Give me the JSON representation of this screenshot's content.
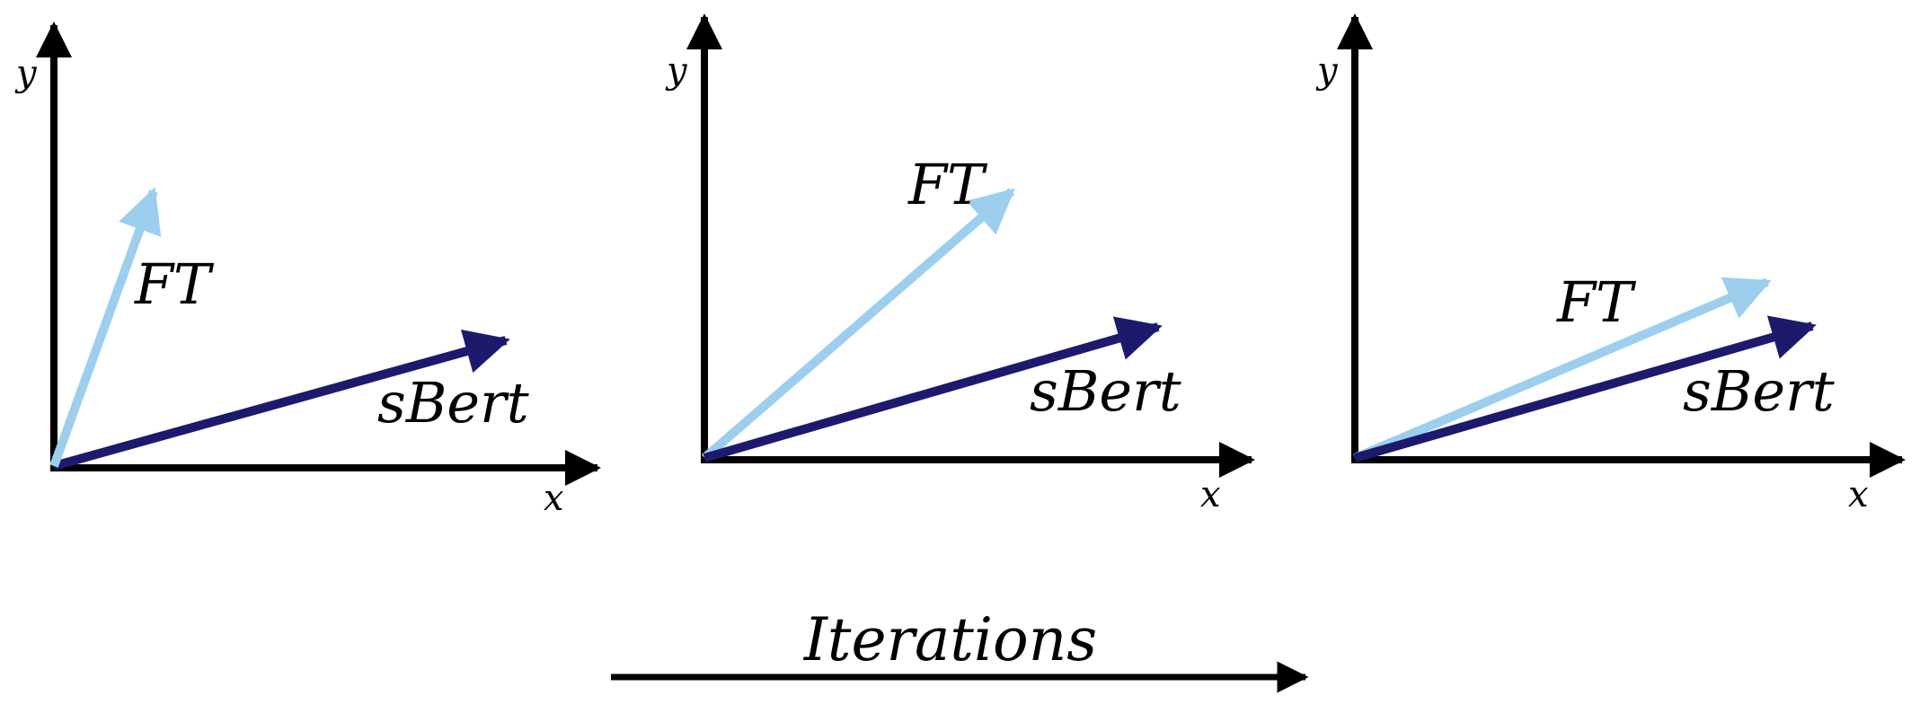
{
  "colors": {
    "axis": "#000000",
    "ft_vector": "#9ccfee",
    "sbert_vector": "#1d1a6e"
  },
  "panels": [
    {
      "x_label": "x",
      "y_label": "y",
      "ft": {
        "label": "FT",
        "color": "#9ccfee"
      },
      "sbert": {
        "label": "sBert",
        "color": "#1d1a6e"
      }
    },
    {
      "x_label": "x",
      "y_label": "y",
      "ft": {
        "label": "FT",
        "color": "#9ccfee"
      },
      "sbert": {
        "label": "sBert",
        "color": "#1d1a6e"
      }
    },
    {
      "x_label": "x",
      "y_label": "y",
      "ft": {
        "label": "FT",
        "color": "#9ccfee"
      },
      "sbert": {
        "label": "sBert",
        "color": "#1d1a6e"
      }
    }
  ],
  "iterations": {
    "label": "Iterations",
    "color": "#000000"
  }
}
